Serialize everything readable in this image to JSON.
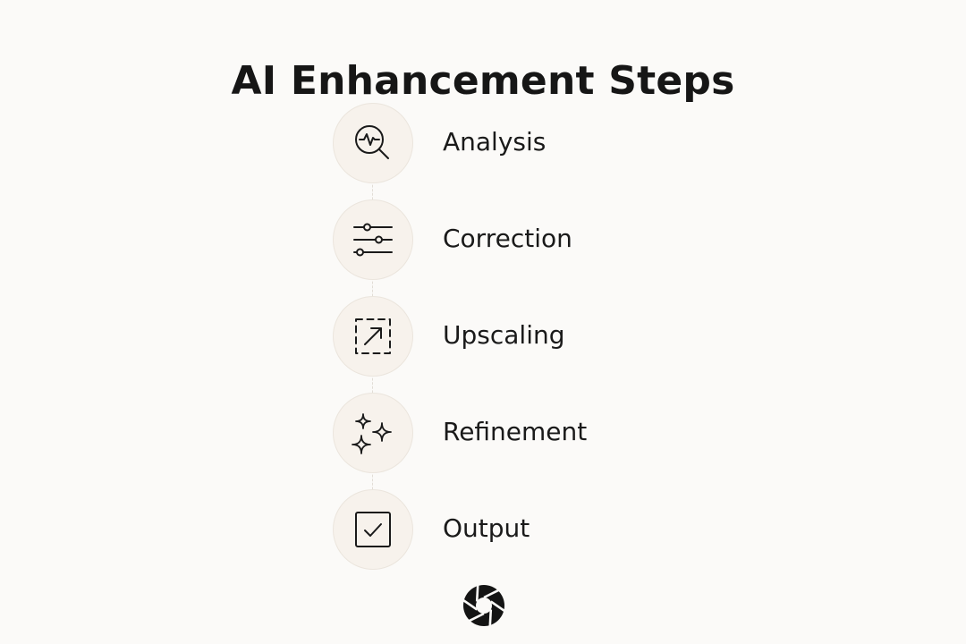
{
  "title": "AI Enhancement Steps",
  "steps": [
    {
      "label": "Analysis",
      "icon": "magnifier-pulse-icon"
    },
    {
      "label": "Correction",
      "icon": "sliders-icon"
    },
    {
      "label": "Upscaling",
      "icon": "dashed-expand-arrow-icon"
    },
    {
      "label": "Refinement",
      "icon": "sparkles-icon"
    },
    {
      "label": "Output",
      "icon": "checkbox-icon"
    }
  ],
  "logo": {
    "icon": "aperture-icon"
  },
  "colors": {
    "background": "#fbfaf8",
    "icon_circle": "#f7f2ec",
    "text": "#1a1a1a"
  }
}
